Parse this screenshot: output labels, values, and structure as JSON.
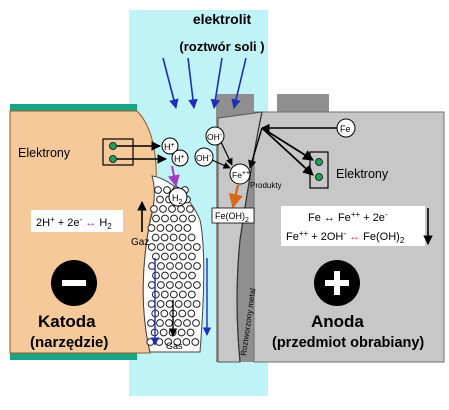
{
  "colors": {
    "electrolyte": "#bff3f6",
    "cathode": "#f5c99a",
    "cathode_rail": "#19a585",
    "anode": "#c7c7c7",
    "anode_dark": "#8f8f8f",
    "arrow_blue": "#1f2eb8",
    "arrow_orange": "#d8691c",
    "arrow_purple": "#a73bc4",
    "reverse_arrow_red": "#d94c4c",
    "reverse_arrow_purple": "#a73bc4",
    "terminal_green": "#23a05b"
  },
  "labels": {
    "electrolyte_title": "elektrolit",
    "electrolyte_subtitle": "(roztwór soli )",
    "cathode_electrons": "Elektrony",
    "anode_electrons": "Elektrony",
    "cathode_name": "Katoda",
    "cathode_tool": "(narzędzie)",
    "anode_name": "Anoda",
    "anode_workpiece": "(przedmiot obrabiany)",
    "gas_up": "Gaz",
    "gas_bottom": "Gas",
    "products": "Produkty",
    "dissolved_metal": "Roztworzony metal",
    "cathode_sign": "−",
    "anode_sign": "+"
  },
  "species": {
    "h_plus_1": "H+",
    "h_plus_2": "H+",
    "h2": "H2",
    "oh_1": "OH-",
    "oh_2": "OH-",
    "fe_ion": "Fe++",
    "fe": "Fe",
    "fe_oh2": "Fe(OH)2"
  },
  "equations": {
    "cathode": "2H+ + 2e- ↔ H2",
    "anode_1": "Fe ↔ Fe++ + 2e-",
    "anode_2": "Fe++ + 2OH- ↔ Fe(OH)2"
  }
}
